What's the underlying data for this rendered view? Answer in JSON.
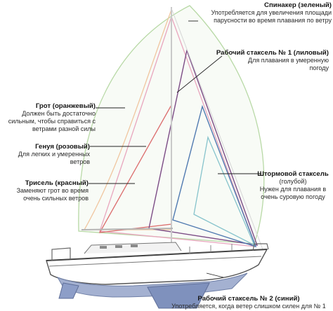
{
  "sails": [
    {
      "id": "spinnaker",
      "title": "Спинакер (зеленый)",
      "lines": [
        "Употребляется для увеличения площади",
        "парусности во время  плавания по ветру"
      ],
      "color": "#b8d9a6"
    },
    {
      "id": "working_jib_1",
      "title": "Рабочий стаксель № 1 (лиловый)",
      "lines": [
        "Для плавания в умеренную",
        "погоду"
      ],
      "color": "#7c4c86"
    },
    {
      "id": "mainsail",
      "title": "Грот (оранжевый)",
      "lines": [
        "Должен быть достаточно",
        "сильным, чтобы справиться с",
        "ветрами разной силы"
      ],
      "color": "#f0c6a0"
    },
    {
      "id": "genoa",
      "title": "Генуя (розовый)",
      "lines": [
        "Для легких и умеренных",
        "ветров"
      ],
      "color": "#e9a6be"
    },
    {
      "id": "trysail",
      "title": "Трисель (красный)",
      "lines": [
        "Заменяют грот во время",
        "очень сильных ветров"
      ],
      "color": "#dc6d6d"
    },
    {
      "id": "storm_jib",
      "title": "Штормовой стаксель",
      "lines": [
        "(голубой)",
        "Нужен для плавания в",
        "очень суровую погоду"
      ],
      "color": "#86c3cc"
    },
    {
      "id": "working_jib_2",
      "title": "Рабочий стаксель № 2 (синий)",
      "lines": [
        "Употребляется, когда ветер слишком силен для № 1"
      ],
      "color": "#4f79b0"
    }
  ],
  "colors": {
    "hull": "#ffffff",
    "hull_stroke": "#555555",
    "hull_bottom": "#9aa9cc",
    "leader": "#222222"
  }
}
